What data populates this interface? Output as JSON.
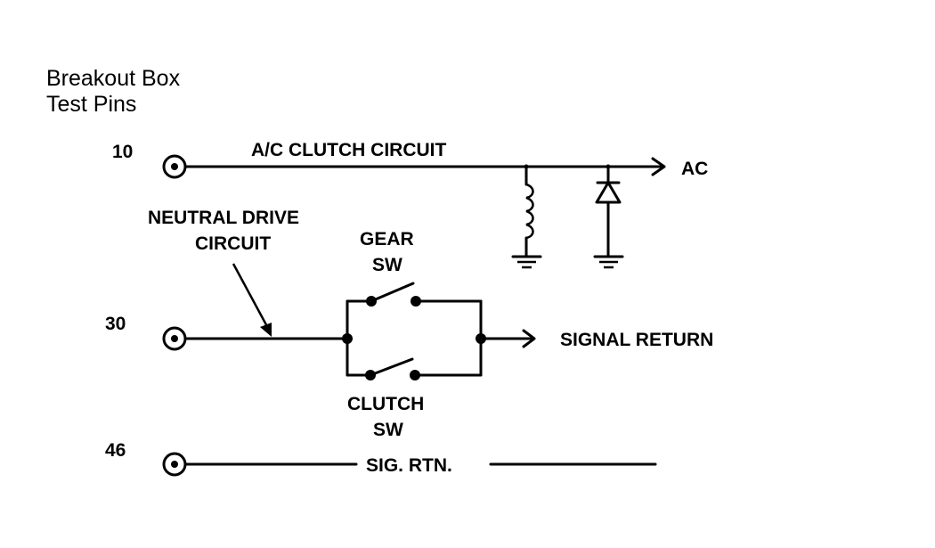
{
  "title": {
    "line1": "Breakout Box",
    "line2": "Test Pins"
  },
  "pins": [
    {
      "number": "10",
      "circuit": "A/C CLUTCH CIRCUIT",
      "destination": "AC"
    },
    {
      "number": "30",
      "circuit_line1": "NEUTRAL DRIVE",
      "circuit_line2": "CIRCUIT",
      "destination": "SIGNAL RETURN"
    },
    {
      "number": "46",
      "circuit": "SIG. RTN."
    }
  ],
  "switches": {
    "gear": {
      "line1": "GEAR",
      "line2": "SW"
    },
    "clutch": {
      "line1": "CLUTCH",
      "line2": "SW"
    }
  },
  "icons": [
    "test-pin-icon",
    "ground-icon",
    "inductor-coil-icon",
    "diode-icon",
    "arrow-icon",
    "switch-icon"
  ],
  "colors": {
    "ink": "#000000",
    "background": "#ffffff"
  }
}
